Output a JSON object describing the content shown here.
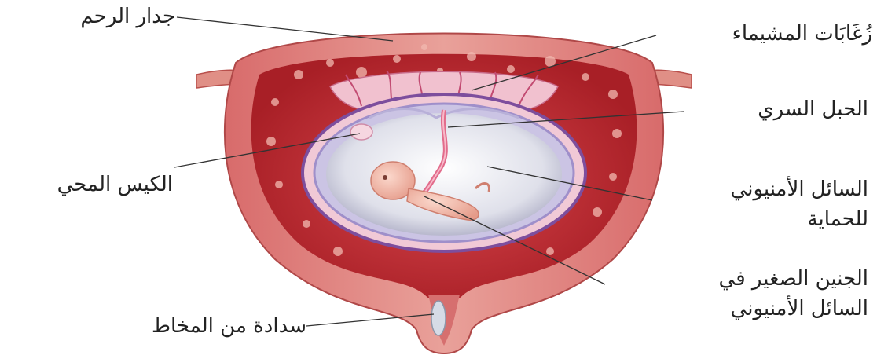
{
  "labels": {
    "uterine_wall": "جدار الرحم",
    "chorionic_villi": "زُغَابَات المشيماء",
    "umbilical_cord": "الحبل السري",
    "yolk_sac": "الكيس المحي",
    "amniotic_fluid_line1": "السائل الأمنيوني",
    "amniotic_fluid_line2": "للحماية",
    "embryo_line1": "الجنين الصغير في",
    "embryo_line2": "السائل الأمنيوني",
    "mucus_plug": "سدادة من المخاط"
  },
  "colors": {
    "muscle": "#c94e4e",
    "muscle_light": "#e88f88",
    "lining": "#b3262b",
    "placenta_pink": "#e9a1b6",
    "sac_lavender": "#bdb6dc",
    "embryo": "#efb8a8",
    "fluid": "#e6e7ee"
  }
}
